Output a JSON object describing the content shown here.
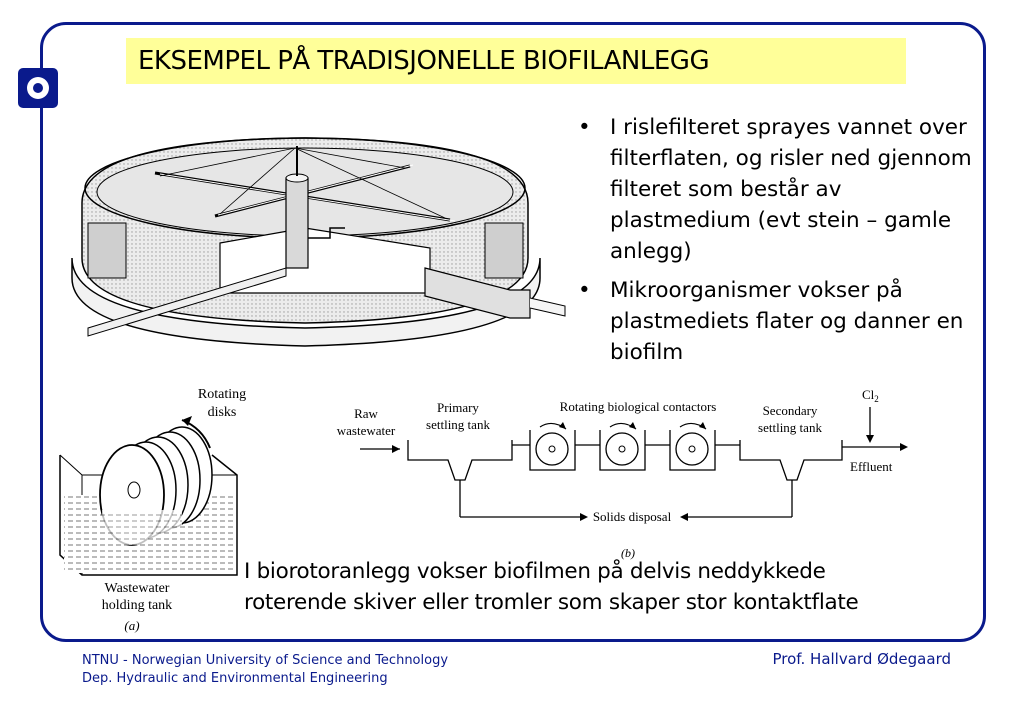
{
  "title": "EKSEMPEL PÅ TRADISJONELLE BIOFILANLEGG",
  "bullets": [
    {
      "symbol": "•",
      "text": "I rislefilteret sprayes vannet over filterflaten, og risler ned gjennom filteret som består av plastmedium (evt stein – gamle anlegg)"
    },
    {
      "symbol": "•",
      "text": "Mikroorganismer vokser på plastmediets flater og danner en biofilm"
    }
  ],
  "caption": {
    "line1": "I biorotoranlegg vokser biofilmen på delvis neddykkede",
    "line2": "roterende skiver eller tromler som skaper stor kontaktflate"
  },
  "diagram_a": {
    "rotating_line1": "Rotating",
    "rotating_line2": "disks",
    "tank_line1": "Wastewater",
    "tank_line2": "holding tank",
    "tag": "(a)"
  },
  "diagram_b": {
    "raw_line1": "Raw",
    "raw_line2": "wastewater",
    "primary_line1": "Primary",
    "primary_line2": "settling tank",
    "rbc": "Rotating biological contactors",
    "secondary_line1": "Secondary",
    "secondary_line2": "settling tank",
    "cl_main": "Cl",
    "cl_sub": "2",
    "effluent": "Effluent",
    "solids": "Solids disposal",
    "tag": "(b)"
  },
  "footer": {
    "line1": "NTNU - Norwegian University of Science and Technology",
    "line2": "Dep. Hydraulic and Environmental Engineering",
    "author": "Prof. Hallvard Ødegaard"
  },
  "colors": {
    "frame": "#0a1a8c",
    "title_bg": "#ffff99",
    "footer_text": "#0a1a8c"
  }
}
